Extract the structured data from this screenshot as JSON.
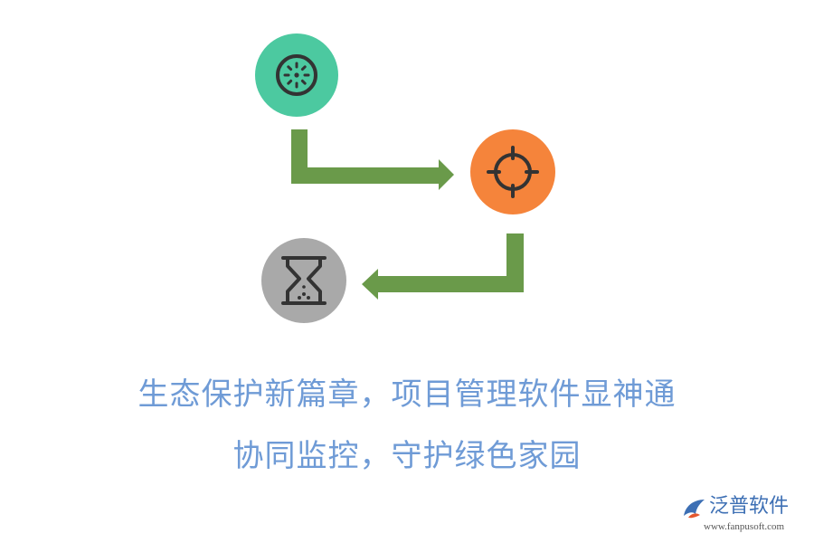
{
  "diagram": {
    "steps": [
      {
        "icon": "sprocket-icon",
        "color": "#4cc9a0"
      },
      {
        "icon": "crosshair-icon",
        "color": "#f5843b"
      },
      {
        "icon": "hourglass-icon",
        "color": "#a9a9a9"
      }
    ],
    "connector_color": "#6a9a4a",
    "icon_stroke_color": "#333333"
  },
  "text": {
    "line1": "生态保护新篇章，项目管理软件显神通",
    "line2": "协同监控，守护绿色家园",
    "color": "#6f9bd6"
  },
  "logo": {
    "name": "泛普软件",
    "url": "www.fanpusoft.com",
    "color": "#3d6fb4"
  }
}
